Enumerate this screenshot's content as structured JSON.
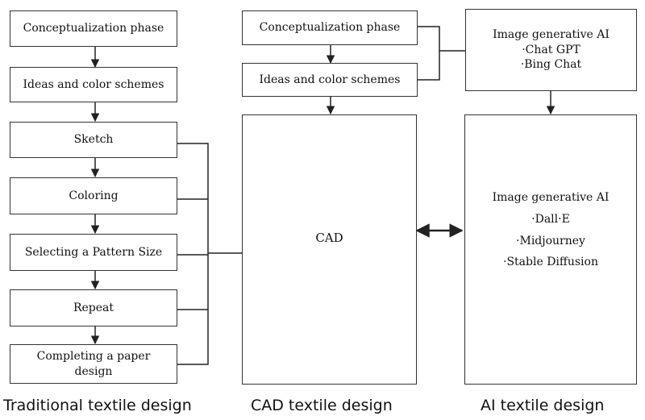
{
  "traditional": {
    "caption": "Traditional textile design",
    "steps": [
      "Conceptualization phase",
      "Ideas and color schemes",
      "Sketch",
      "Coloring",
      "Selecting a Pattern Size",
      "Repeat",
      "Completing a paper",
      "design"
    ]
  },
  "cad": {
    "caption": "CAD textile design",
    "step1": "Conceptualization phase",
    "step2": "Ideas and color schemes",
    "main": "CAD"
  },
  "ai": {
    "caption": "AI textile design",
    "top": {
      "title": "Image generative AI",
      "items": [
        "·Chat GPT",
        "·Bing Chat"
      ]
    },
    "main": {
      "title": "Image generative AI",
      "items": [
        "·Dall·E",
        "·Midjourney",
        "·Stable Diffusion"
      ]
    }
  }
}
